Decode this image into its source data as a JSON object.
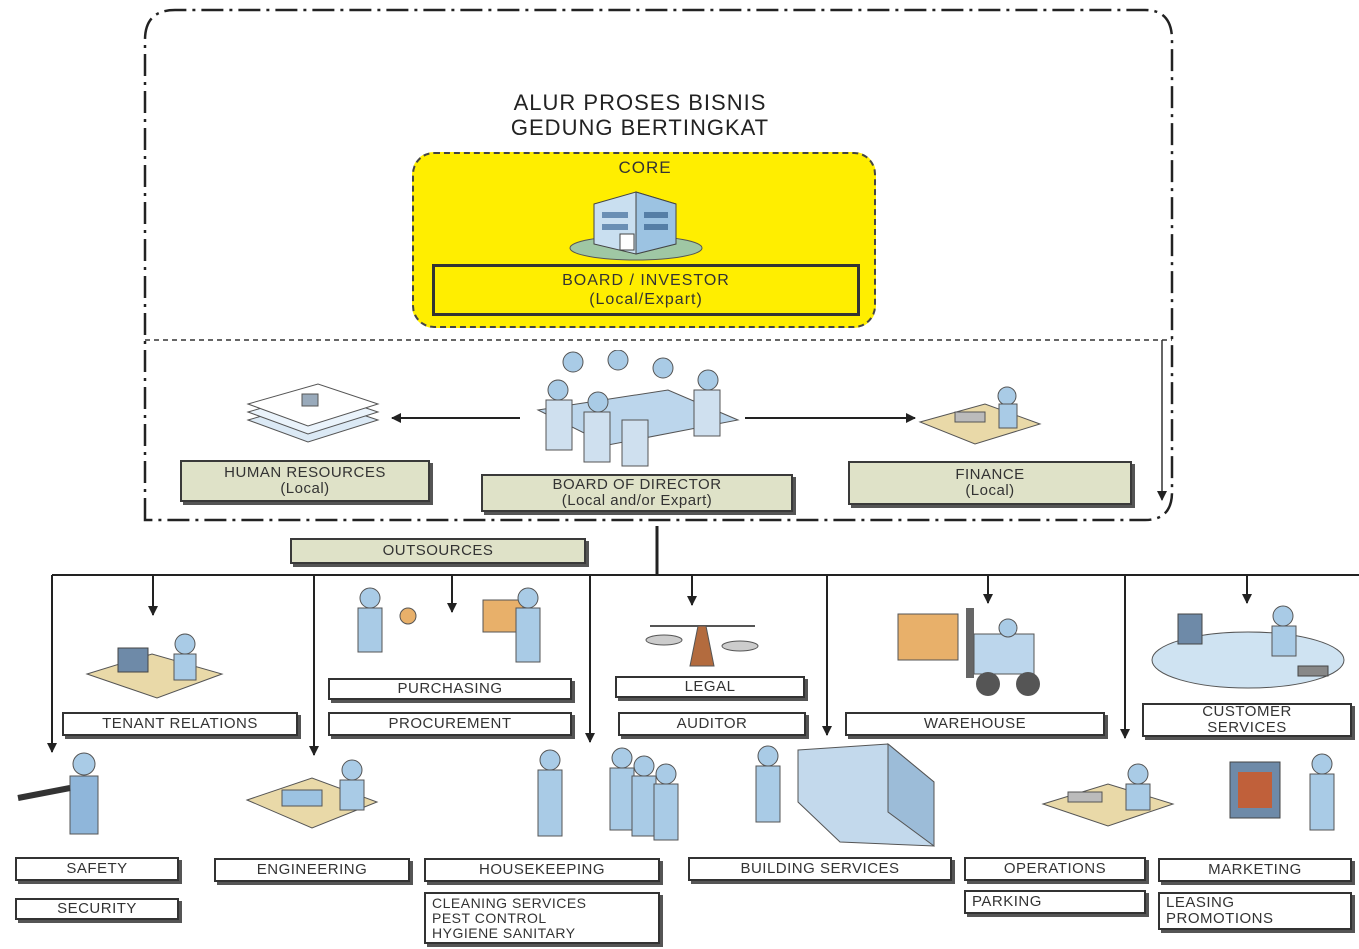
{
  "title": {
    "line1": "ALUR PROSES BISNIS",
    "line2": "GEDUNG BERTINGKAT"
  },
  "core": {
    "label": "CORE",
    "board_investor": {
      "line1": "BOARD / INVESTOR",
      "line2": "(Local/Expart)"
    }
  },
  "management": {
    "human_resources": {
      "line1": "HUMAN RESOURCES",
      "line2": "(Local)"
    },
    "board_of_director": {
      "line1": "BOARD OF DIRECTOR",
      "line2": "(Local and/or Expart)"
    },
    "finance": {
      "line1": "FINANCE",
      "line2": "(Local)"
    }
  },
  "outsources": "OUTSOURCES",
  "departments": {
    "tenant_relations": "TENANT RELATIONS",
    "purchasing": "PURCHASING",
    "procurement": "PROCUREMENT",
    "legal": "LEGAL",
    "auditor": "AUDITOR",
    "warehouse": "WAREHOUSE",
    "customer_services": {
      "line1": "CUSTOMER",
      "line2": "SERVICES"
    },
    "safety": "SAFETY",
    "security": "SECURITY",
    "engineering": "ENGINEERING",
    "housekeeping": "HOUSEKEEPING",
    "housekeeping_sub": {
      "line1": "CLEANING SERVICES",
      "line2": "PEST CONTROL",
      "line3": "HYGIENE SANITARY"
    },
    "building_services": "BUILDING SERVICES",
    "operations": "OPERATIONS",
    "parking": "PARKING",
    "marketing": "MARKETING",
    "marketing_sub": {
      "line1": "LEASING",
      "line2": "PROMOTIONS"
    }
  },
  "colors": {
    "core_fill": "#ffee00",
    "label_fill": "#dfe2c8",
    "figure": "#a9cbe6",
    "outline": "#333333"
  }
}
